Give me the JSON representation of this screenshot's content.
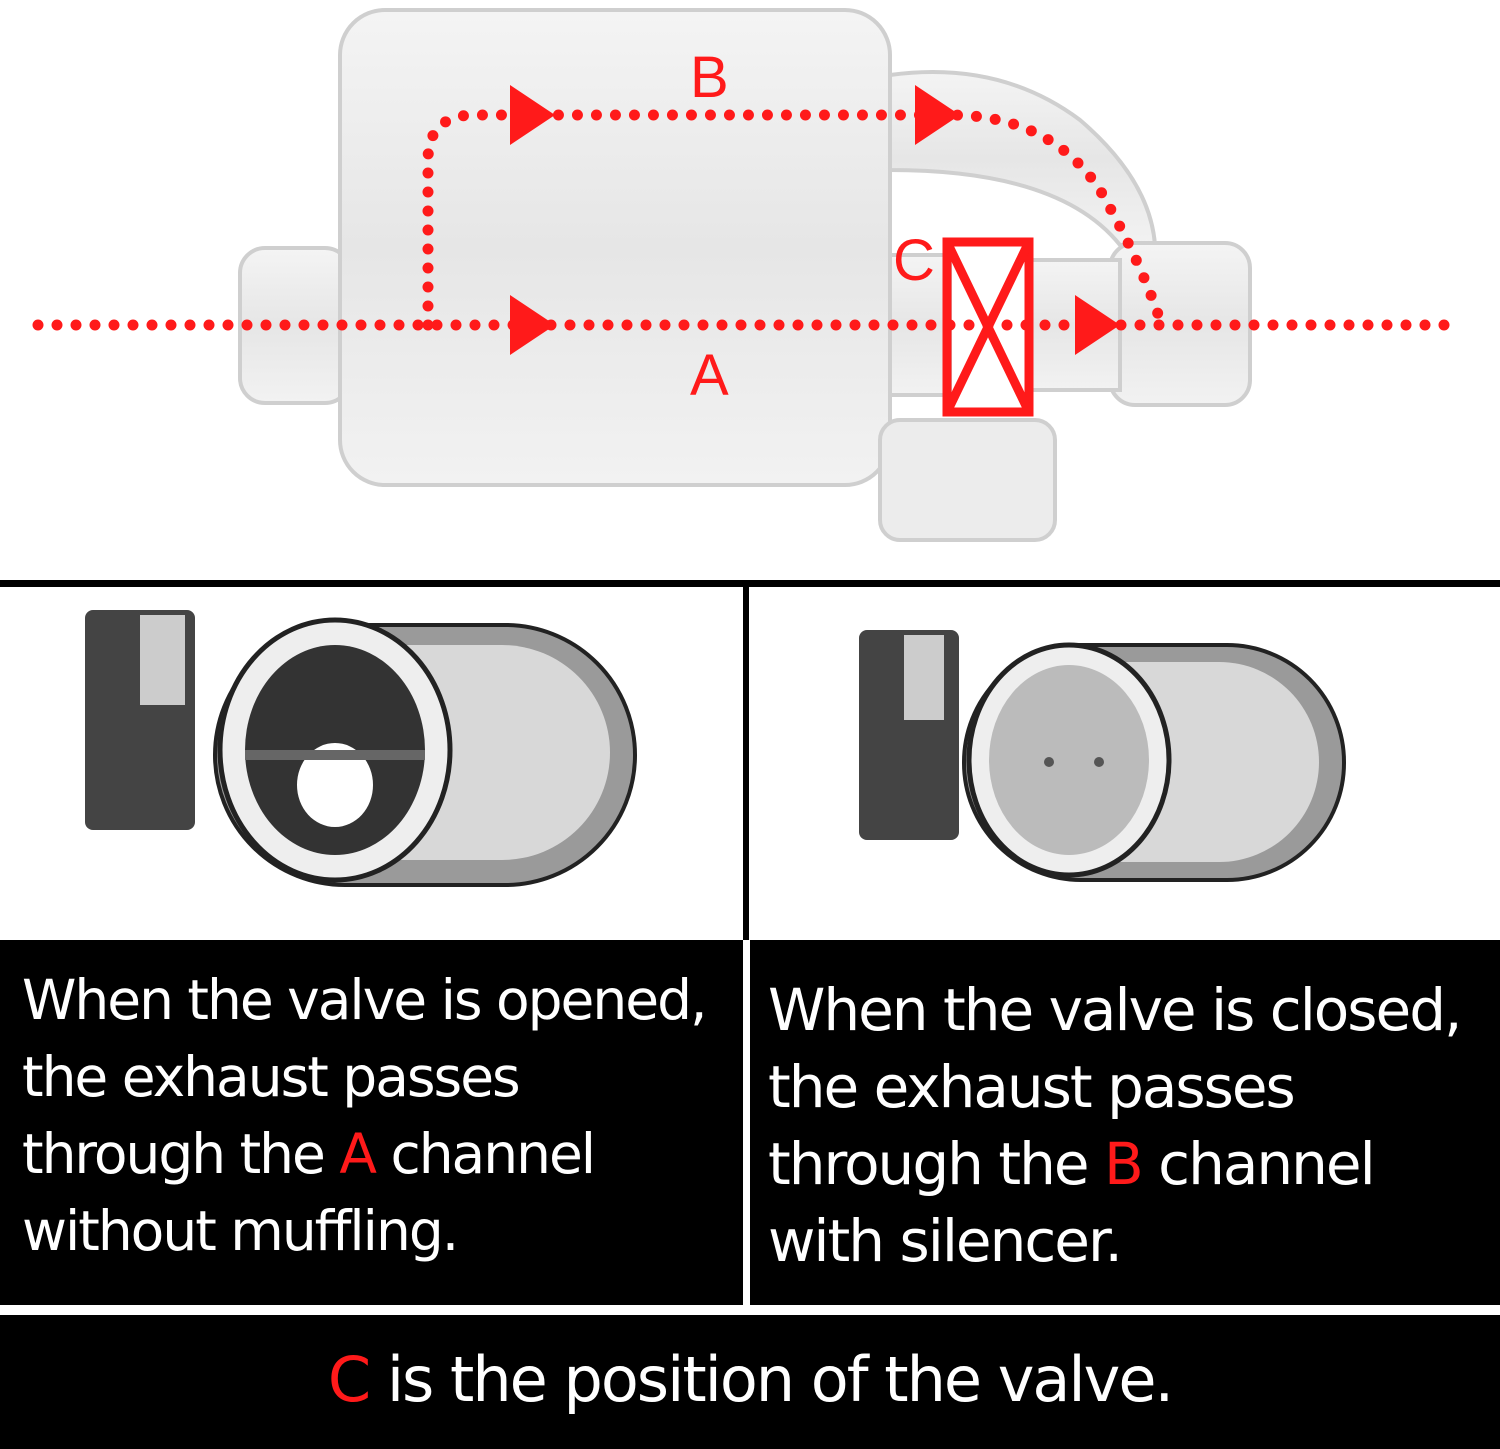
{
  "diagram": {
    "label_a": "A",
    "label_b": "B",
    "label_c": "C",
    "colors": {
      "flow": "#ff1a1a",
      "background": "#ffffff",
      "panel": "#000000"
    }
  },
  "panels": {
    "left": {
      "image": "valve-open-exhaust-tip",
      "line1": "When the valve is opened,",
      "line2": "the exhaust passes",
      "line3_pre": "through the ",
      "line3_letter": "A",
      "line3_post": " channel",
      "line4": "without muffling."
    },
    "right": {
      "image": "valve-closed-exhaust-tip",
      "line1": "When the valve is closed,",
      "line2": "the exhaust passes",
      "line3_pre": "through the ",
      "line3_letter": "B",
      "line3_post": " channel",
      "line4": "with silencer."
    }
  },
  "footer": {
    "letter": "C",
    "text": " is the position of the valve."
  }
}
